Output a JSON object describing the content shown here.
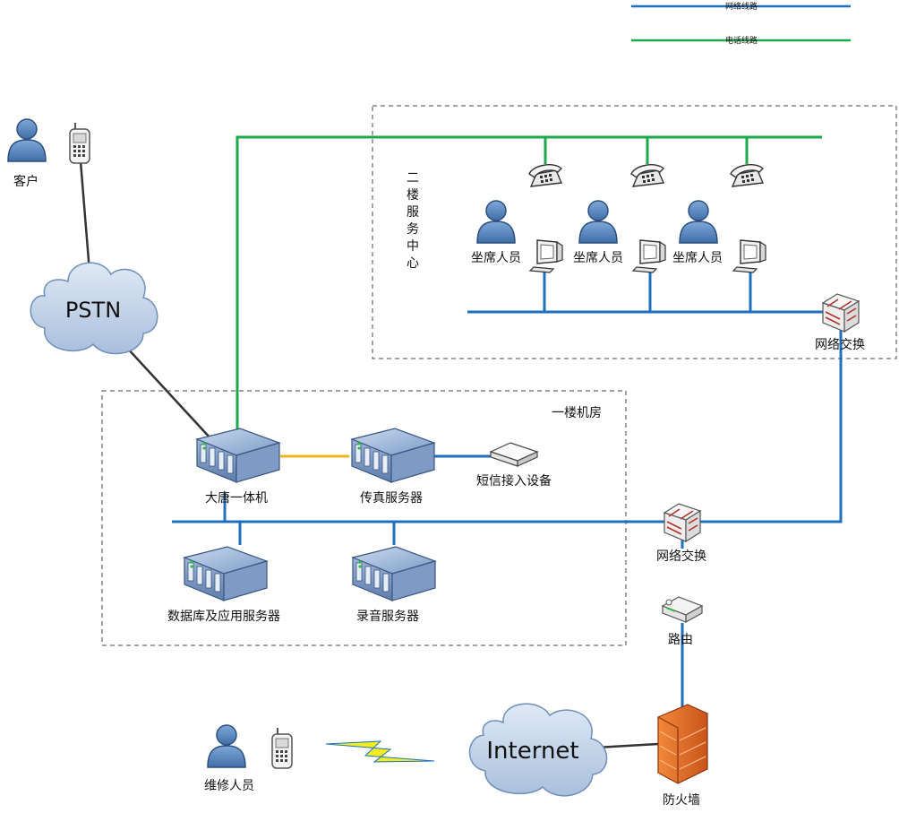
{
  "legend": {
    "network_line": "网络线路",
    "phone_line": "电话线路",
    "network_color": "#1f6fbf",
    "phone_color": "#1aaa4a",
    "link_color": "#f0b41c"
  },
  "zones": {
    "second_floor_label": "二楼服务中心",
    "first_floor_label": "一楼机房"
  },
  "labels": {
    "customer": "客户",
    "pstn": "PSTN",
    "agent_1": "坐席人员",
    "agent_2": "坐席人员",
    "agent_3": "坐席人员",
    "switch_top": "网络交换",
    "datang_server": "大唐一体机",
    "fax_server": "传真服务器",
    "sms_device": "短信接入设备",
    "db_server": "数据库及应用服务器",
    "record_server": "录音服务器",
    "switch_main": "网络交换",
    "router": "路由",
    "maintenance": "维修人员",
    "internet": "Internet",
    "firewall": "防火墙"
  },
  "icons": {
    "person": "person-icon",
    "cellphone": "cellphone-icon",
    "desk_phone": "desk-phone-icon",
    "monitor": "monitor-icon",
    "server": "server-icon",
    "switch": "network-switch-icon",
    "router": "router-icon",
    "firewall": "firewall-icon",
    "cloud": "cloud-icon",
    "wireless": "wireless-bolt-icon",
    "sms_box": "sms-device-icon"
  }
}
